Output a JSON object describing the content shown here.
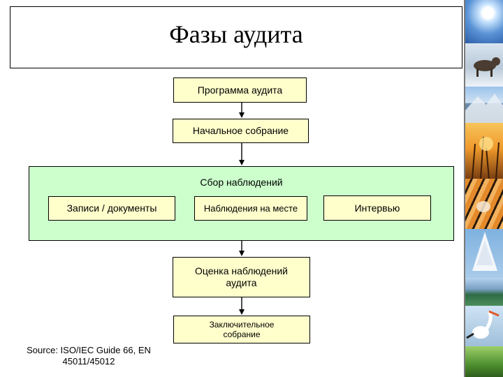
{
  "title": "Фазы аудита",
  "boxes": {
    "program": "Программа аудита",
    "opening_meeting": "Начальное собрание",
    "collection_group": "Сбор наблюдений",
    "records": "Записи / документы",
    "onsite": "Наблюдения на месте",
    "interview": "Интервью",
    "evaluation_line1": "Оценка наблюдений",
    "evaluation_line2": "аудита",
    "closing_line1": "Заключительное",
    "closing_line2": "собрание"
  },
  "source_line1": "Source: ISO/IEC Guide 66, EN",
  "source_line2": "45011/45012",
  "colors": {
    "box_fill": "#ffffcc",
    "group_fill": "#ccffcc",
    "border": "#000000"
  },
  "decorative_strip": [
    "sun-sky-photo",
    "wolf-photo",
    "mountain-photo",
    "sunset-grass-photo",
    "tiger-photo",
    "snowy-tree-photo",
    "mountain-lake-photo",
    "stork-photo",
    "landscape-photo"
  ]
}
